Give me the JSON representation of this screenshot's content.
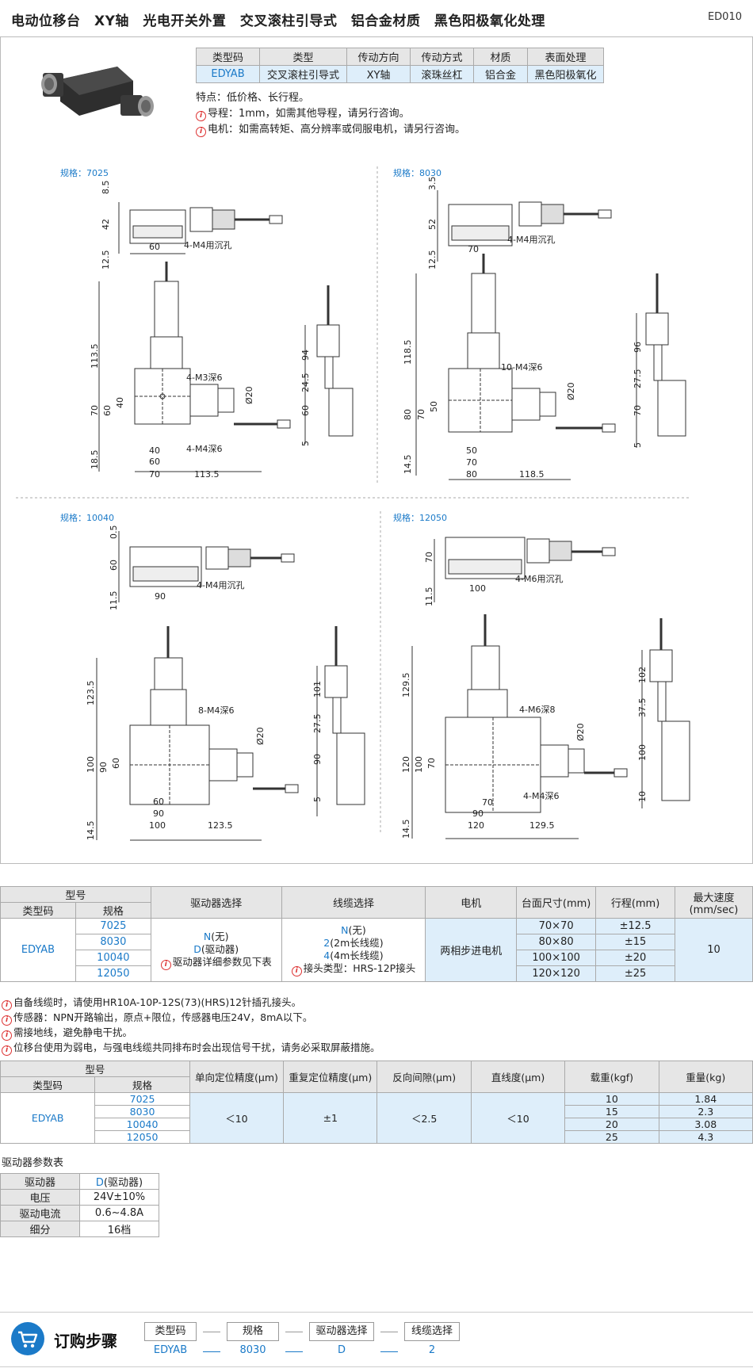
{
  "header": {
    "title": "电动位移台　XY轴　光电开关外置　交叉滚柱引导式　铝合金材质　黑色阳极氧化处理",
    "code": "ED010"
  },
  "summary_table": {
    "headers": [
      "类型码",
      "类型",
      "传动方向",
      "传动方式",
      "材质",
      "表面处理"
    ],
    "row": [
      "EDYAB",
      "交叉滚柱引导式",
      "XY轴",
      "滚珠丝杠",
      "铝合金",
      "黑色阳极氧化"
    ]
  },
  "features": {
    "line1": "特点：低价格、长行程。",
    "line2": "导程：1mm，如需其他导程，请另行咨询。",
    "line3": "电机：如需高转矩、高分辨率或伺服电机，请另行咨询。"
  },
  "drawings": {
    "d7025": {
      "label": "规格：7025",
      "top": [
        "8.5",
        "42",
        "12.5",
        "60",
        "4-M4用沉孔"
      ],
      "plan": [
        "113.5",
        "70",
        "60",
        "40",
        "18.5",
        "40",
        "60",
        "70",
        "113.5",
        "4-M3深6",
        "4-M4深6",
        "Ø20"
      ],
      "side": [
        "94",
        "24.5",
        "60",
        "5"
      ]
    },
    "d8030": {
      "label": "规格：8030",
      "top": [
        "3.5",
        "52",
        "12.5",
        "70",
        "4-M4用沉孔"
      ],
      "plan": [
        "118.5",
        "80",
        "70",
        "50",
        "14.5",
        "50",
        "70",
        "80",
        "118.5",
        "10-M4深6",
        "Ø20"
      ],
      "side": [
        "96",
        "27.5",
        "70",
        "5"
      ]
    },
    "d10040": {
      "label": "规格：10040",
      "top": [
        "0.5",
        "60",
        "11.5",
        "90",
        "4-M4用沉孔"
      ],
      "plan": [
        "123.5",
        "100",
        "90",
        "60",
        "14.5",
        "60",
        "90",
        "100",
        "123.5",
        "8-M4深6",
        "Ø20"
      ],
      "side": [
        "101",
        "27.5",
        "90",
        "5"
      ]
    },
    "d12050": {
      "label": "规格：12050",
      "top": [
        "70",
        "11.5",
        "100",
        "4-M6用沉孔"
      ],
      "plan": [
        "129.5",
        "120",
        "100",
        "70",
        "14.5",
        "70",
        "90",
        "120",
        "129.5",
        "4-M6深8",
        "4-M4深6",
        "Ø20"
      ],
      "side": [
        "102",
        "37.5",
        "100",
        "10"
      ]
    }
  },
  "selection_table": {
    "model": "型号",
    "type_code": "类型码",
    "spec": "规格",
    "driver": "驱动器选择",
    "cable": "线缆选择",
    "motor": "电机",
    "table_size": "台面尺寸(mm)",
    "stroke": "行程(mm)",
    "max_speed": "最大速度(mm/sec)",
    "type_value": "EDYAB",
    "specs": [
      "7025",
      "8030",
      "10040",
      "12050"
    ],
    "driver_n_code": "N",
    "driver_n_text": "(无)",
    "driver_d_code": "D",
    "driver_d_text": "(驱动器)",
    "driver_note": "驱动器详细参数见下表",
    "cable_n_code": "N",
    "cable_n_text": "(无)",
    "cable_2_code": "2",
    "cable_2_text": "(2m长线缆)",
    "cable_4_code": "4",
    "cable_4_text": "(4m长线缆)",
    "cable_note": "接头类型：HRS-12P接头",
    "motor_value": "两相步进电机",
    "sizes": [
      "70×70",
      "80×80",
      "100×100",
      "120×120"
    ],
    "strokes": [
      "±12.5",
      "±15",
      "±20",
      "±25"
    ],
    "speed_value": "10"
  },
  "notes": {
    "n1": "自备线缆时，请使用HR10A-10P-12S(73)(HRS)12针插孔接头。",
    "n2": "传感器：NPN开路输出，原点+限位，传感器电压24V，8mA以下。",
    "n3": "需接地线，避免静电干扰。",
    "n4": "位移台使用为弱电，与强电线缆共同排布时会出现信号干扰，请务必采取屏蔽措施。"
  },
  "accuracy_table": {
    "model": "型号",
    "type_code": "类型码",
    "spec": "规格",
    "h1": "单向定位精度(μm)",
    "h2": "重复定位精度(μm)",
    "h3": "反向间隙(μm)",
    "h4": "直线度(μm)",
    "h5": "载重(kgf)",
    "h6": "重量(kg)",
    "type_value": "EDYAB",
    "specs": [
      "7025",
      "8030",
      "10040",
      "12050"
    ],
    "v1": "＜10",
    "v2": "±1",
    "v3": "＜2.5",
    "v4": "＜10",
    "loads": [
      "10",
      "15",
      "20",
      "25"
    ],
    "weights": [
      "1.84",
      "2.3",
      "3.08",
      "4.3"
    ]
  },
  "driver_params": {
    "title": "驱动器参数表",
    "rows": [
      {
        "k": "驱动器",
        "v_code": "D",
        "v": "(驱动器)"
      },
      {
        "k": "电压",
        "v": "24V±10%"
      },
      {
        "k": "驱动电流",
        "v": "0.6~4.8A"
      },
      {
        "k": "细分",
        "v": "16档"
      }
    ]
  },
  "order": {
    "title": "订购步骤",
    "steps": [
      "类型码",
      "规格",
      "驱动器选择",
      "线缆选择"
    ],
    "values": [
      "EDYAB",
      "8030",
      "D",
      "2"
    ]
  },
  "colors": {
    "accent": "#1b7ac8",
    "shade": "#deeefa",
    "header": "#e6e6e6",
    "info": "#d33333"
  }
}
